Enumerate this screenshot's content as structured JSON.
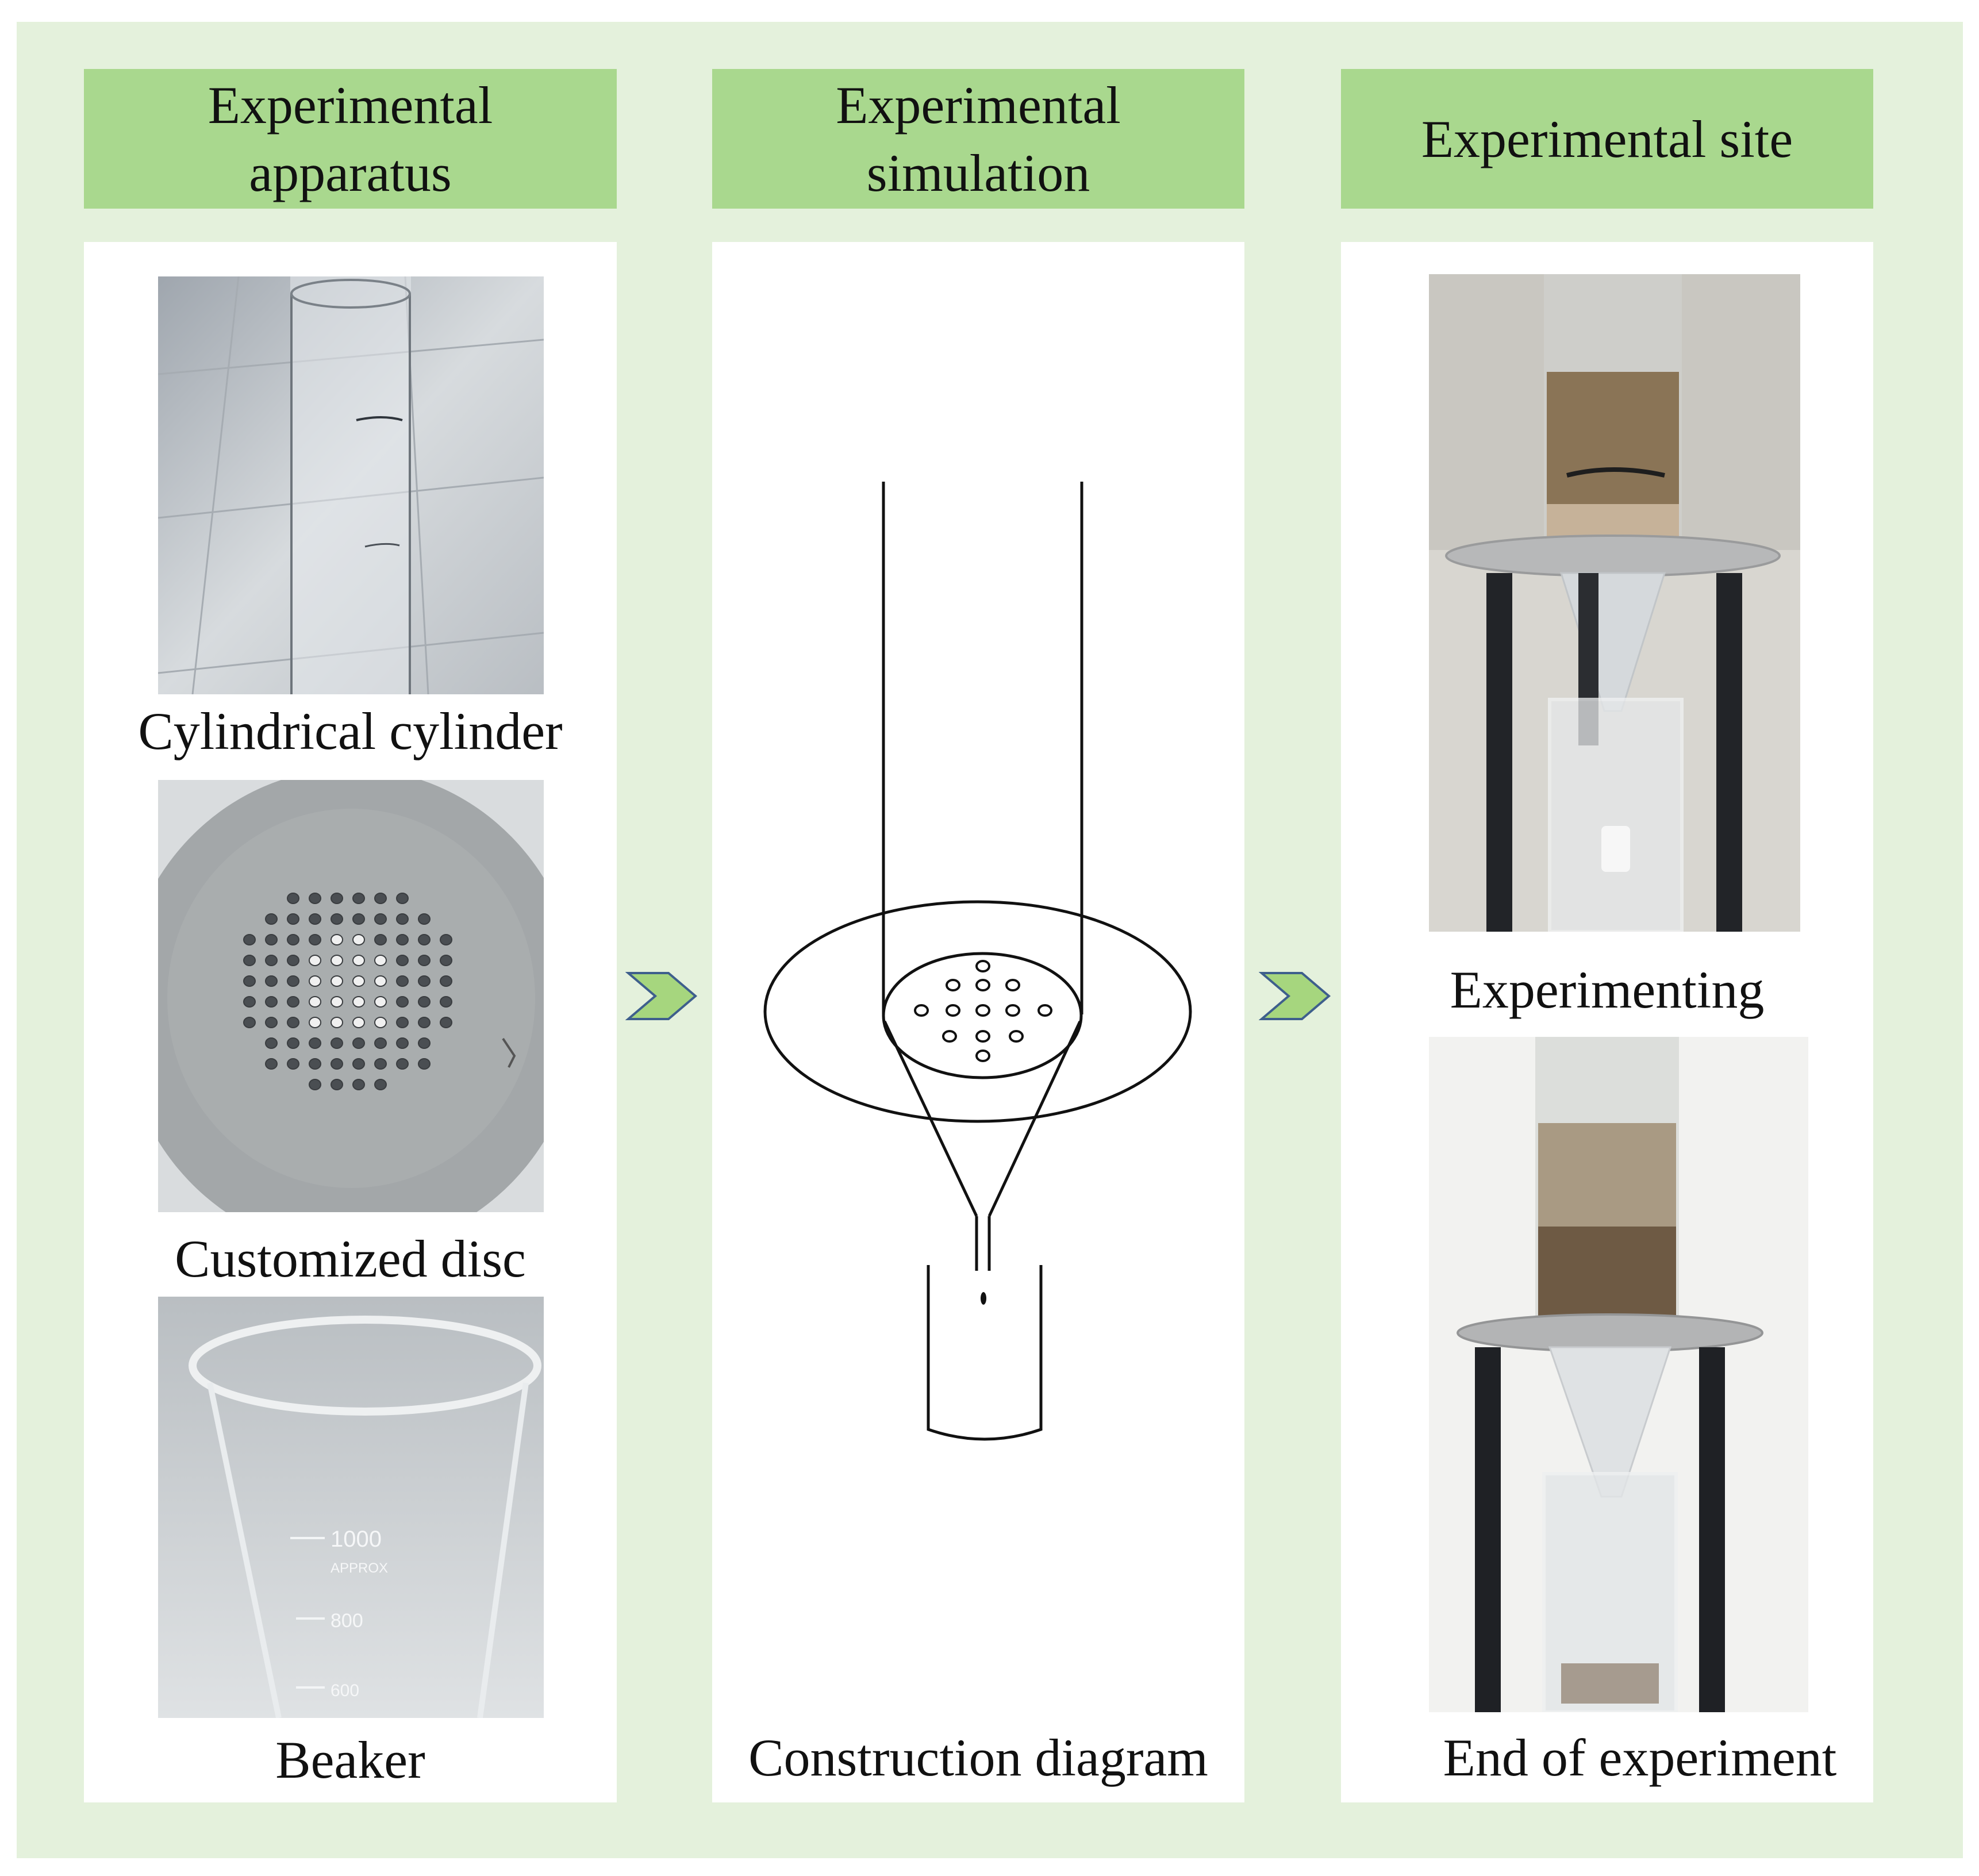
{
  "columns": [
    {
      "header": "Experimental\napparatus",
      "items": [
        {
          "label": "Cylindrical cylinder",
          "image": "glass-cylinder-photo"
        },
        {
          "label": "Customized disc",
          "image": "perforated-disc-photo"
        },
        {
          "label": "Beaker",
          "image": "beaker-photo",
          "markings": [
            "1000",
            "APPROX",
            "800",
            "600"
          ]
        }
      ]
    },
    {
      "header": "Experimental\nsimulation",
      "items": [
        {
          "label": "Construction diagram",
          "image": "apparatus-line-drawing"
        }
      ]
    },
    {
      "header": "Experimental site",
      "items": [
        {
          "label": "Experimenting",
          "image": "experiment-in-progress-photo"
        },
        {
          "label": "End of experiment",
          "image": "experiment-finished-photo"
        }
      ]
    }
  ],
  "connectors": [
    "chevron-right-icon",
    "chevron-right-icon"
  ],
  "colors": {
    "background": "#e4f1dc",
    "header": "#a9d88e",
    "panel": "#ffffff",
    "arrow_fill": "#a6d67e",
    "arrow_stroke": "#3e5f8c"
  }
}
